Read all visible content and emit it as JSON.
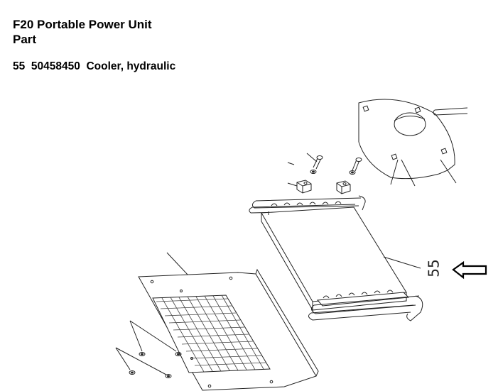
{
  "document": {
    "title_line_1": "F20 Portable Power Unit",
    "title_line_2": "Part"
  },
  "part": {
    "item_number": "55",
    "part_number": "50458450",
    "description": "Cooler, hydraulic"
  },
  "illustration": {
    "callout_label": "55",
    "pointer_icon": "arrow-left-outline-icon"
  }
}
